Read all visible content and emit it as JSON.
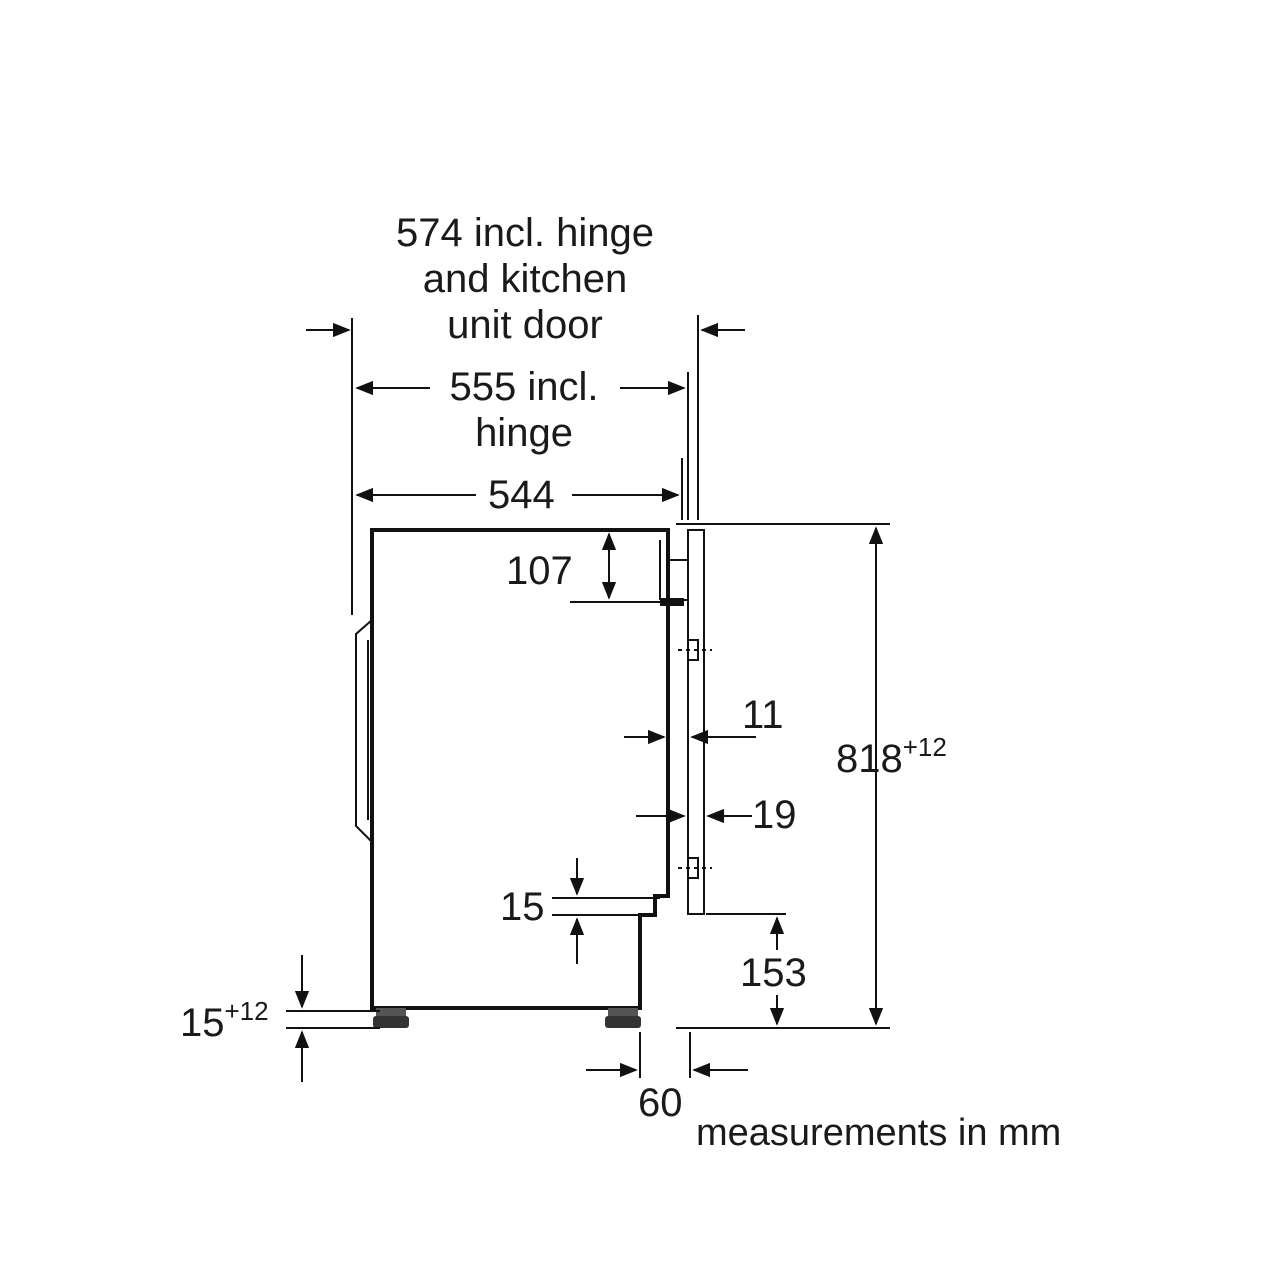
{
  "labels": {
    "overall_width": "574 incl. hinge and kitchen unit door",
    "overall_width_l1": "574 incl. hinge",
    "overall_width_l2": "and kitchen",
    "overall_width_l3": "unit door",
    "width_hinge_l1": "555 incl.",
    "width_hinge_l2": "hinge",
    "body_width": "544",
    "top_panel": "107",
    "gap_11": "11",
    "gap_19": "19",
    "dim_15": "15",
    "dim_153": "153",
    "height_base": "818",
    "height_tol": "+12",
    "foot_base": "15",
    "foot_tol": "+12",
    "dim_60": "60",
    "units_note": "measurements in mm"
  }
}
